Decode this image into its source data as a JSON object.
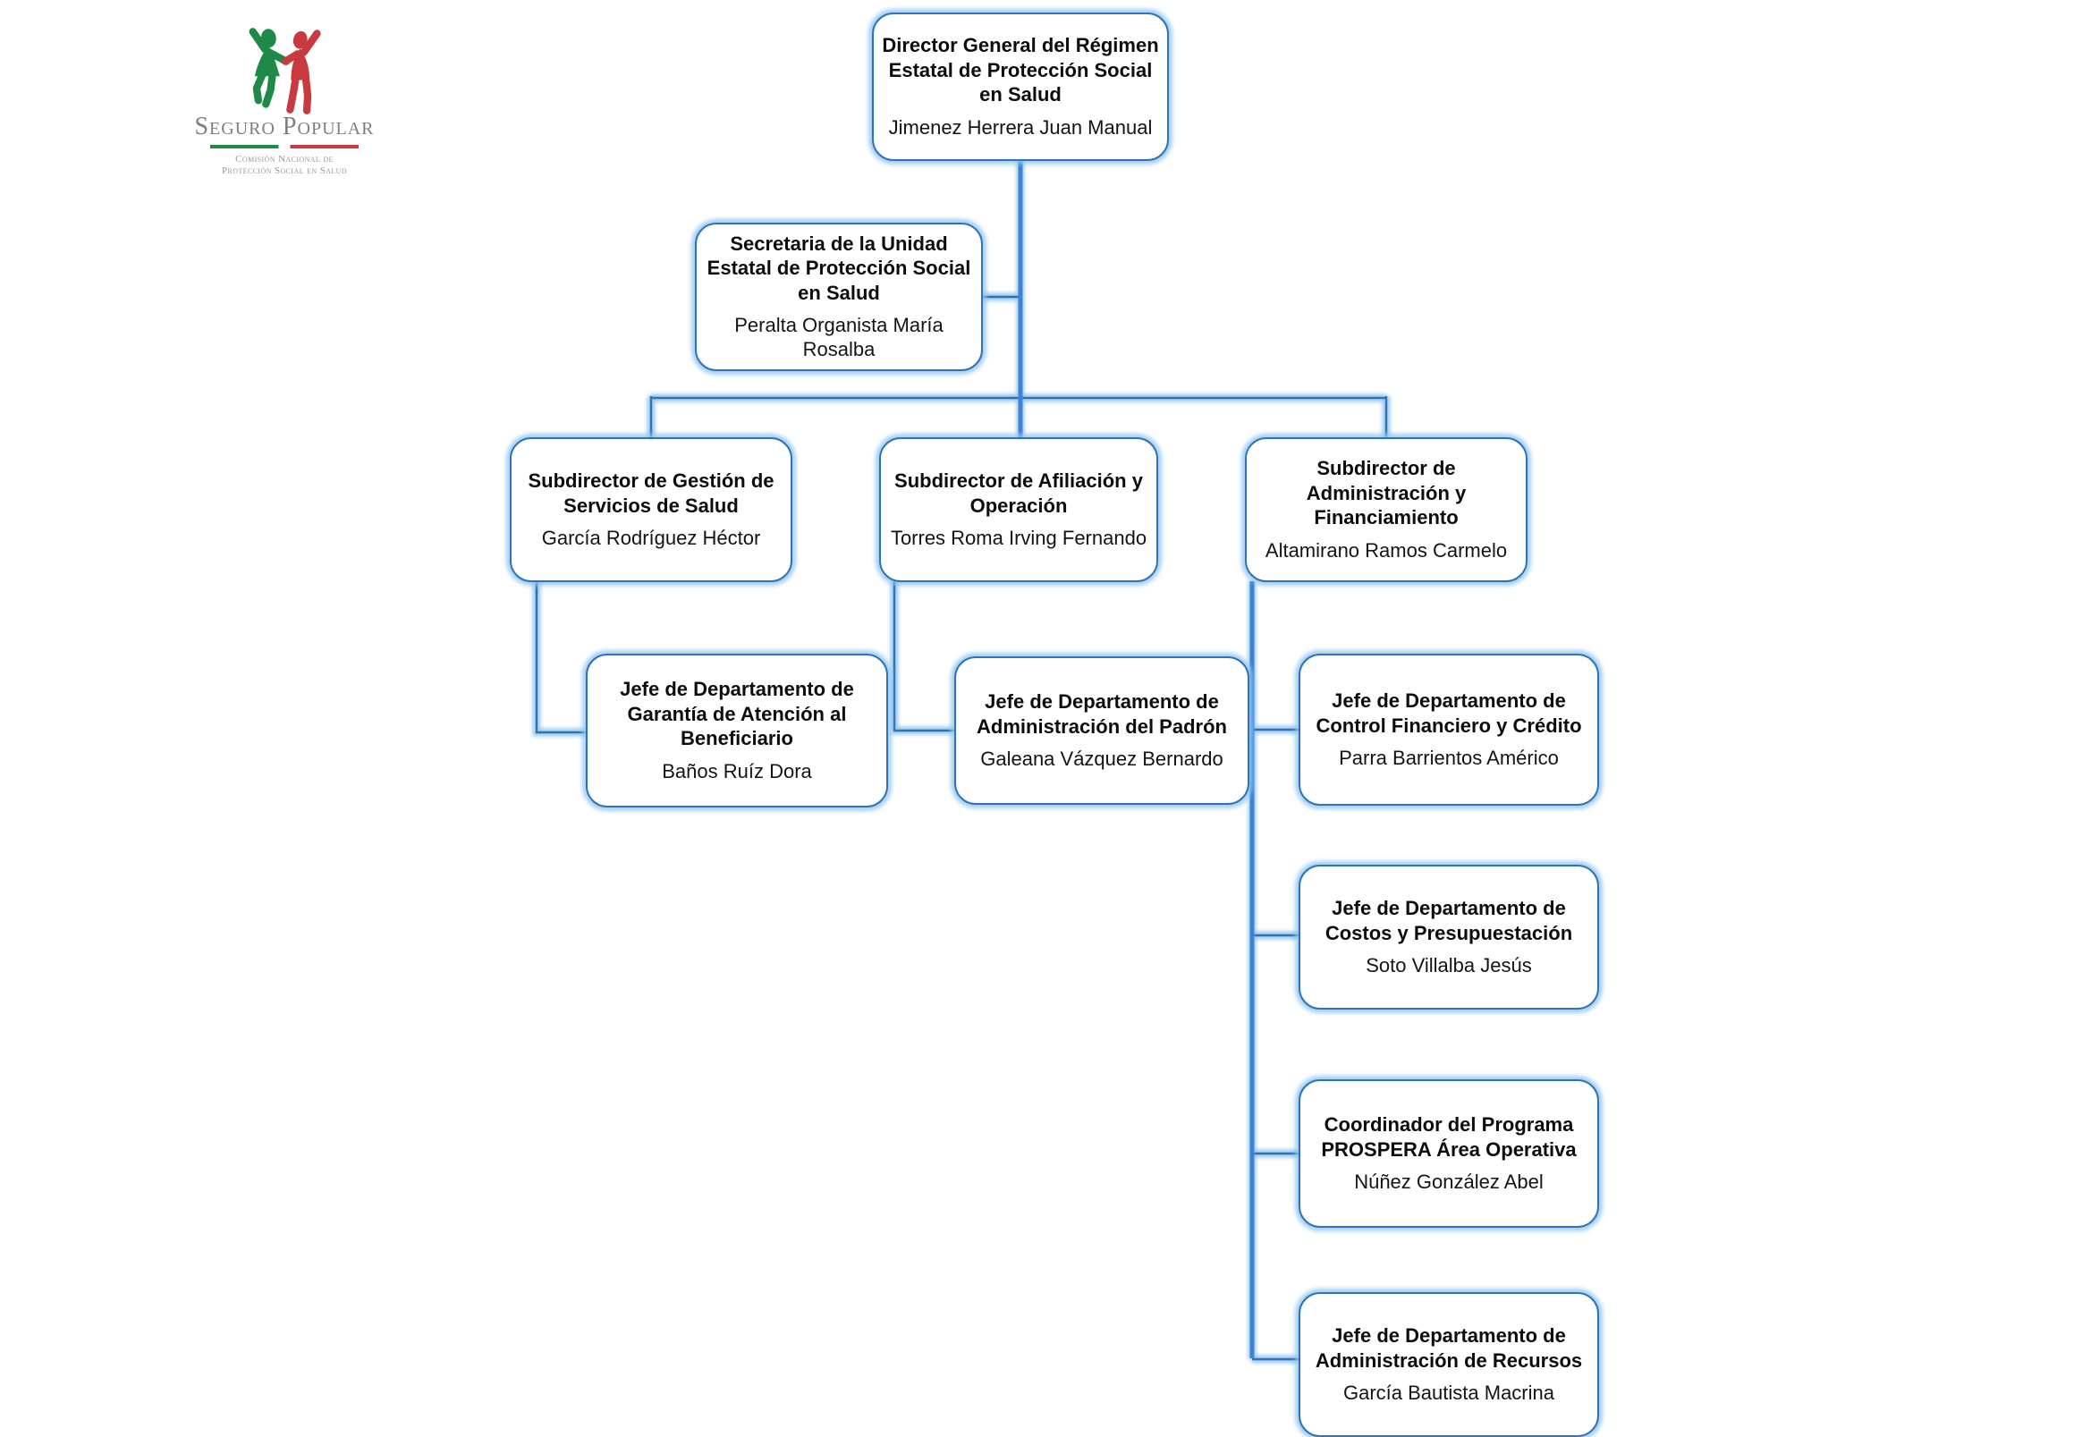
{
  "page": {
    "background": "#ffffff"
  },
  "logo": {
    "brand": "Seguro Popular",
    "org_line1": "Comisión Nacional de",
    "org_line2": "Protección Social en Salud",
    "colors": {
      "figure_green": "#1f8a47",
      "figure_red": "#c93a40",
      "wordmark_gray": "#7d7f82"
    }
  },
  "diagram": {
    "type": "org-chart",
    "colors": {
      "connector_line": "#2e74b5",
      "connector_trunk": "#3d84d1",
      "connector_glow": "#8ec1ee",
      "box_border": "#2e74b5",
      "box_glow": "#9cc7ef",
      "box_fill": "#ffffff",
      "text": "#0d0d0d"
    },
    "nodes": {
      "director": {
        "title": "Director General del Régimen Estatal de Protección Social en Salud",
        "name": "Jimenez Herrera Juan Manual",
        "reports_to": null
      },
      "secretaria": {
        "title": "Secretaria de la Unidad Estatal de Protección Social en Salud",
        "name": "Peralta Organista María Rosalba",
        "reports_to": "director"
      },
      "sub_gestion": {
        "title": "Subdirector de Gestión de Servicios de Salud",
        "name": "García Rodríguez Héctor",
        "reports_to": "director"
      },
      "sub_afiliacion": {
        "title": "Subdirector de Afiliación y Operación",
        "name": "Torres Roma Irving Fernando",
        "reports_to": "director"
      },
      "sub_admin": {
        "title": "Subdirector de Administración y Financiamiento",
        "name": "Altamirano Ramos Carmelo",
        "reports_to": "director"
      },
      "jefe_garantia": {
        "title": "Jefe de Departamento de Garantía de Atención al Beneficiario",
        "name": "Baños Ruíz Dora",
        "reports_to": "sub_gestion"
      },
      "jefe_padron": {
        "title": "Jefe de Departamento de Administración del Padrón",
        "name": "Galeana Vázquez Bernardo",
        "reports_to": "sub_afiliacion"
      },
      "jefe_control": {
        "title": "Jefe de Departamento de Control Financiero y Crédito",
        "name": "Parra Barrientos Américo",
        "reports_to": "sub_admin"
      },
      "jefe_costos": {
        "title": "Jefe de Departamento de Costos y Presupuestación",
        "name": "Soto Villalba Jesús",
        "reports_to": "sub_admin"
      },
      "coord_prospera": {
        "title": "Coordinador del Programa PROSPERA Área Operativa",
        "name": "Núñez González Abel",
        "reports_to": "sub_admin"
      },
      "jefe_recursos": {
        "title": "Jefe de Departamento de Administración de Recursos",
        "name": "García Bautista Macrina",
        "reports_to": "sub_admin"
      }
    }
  }
}
